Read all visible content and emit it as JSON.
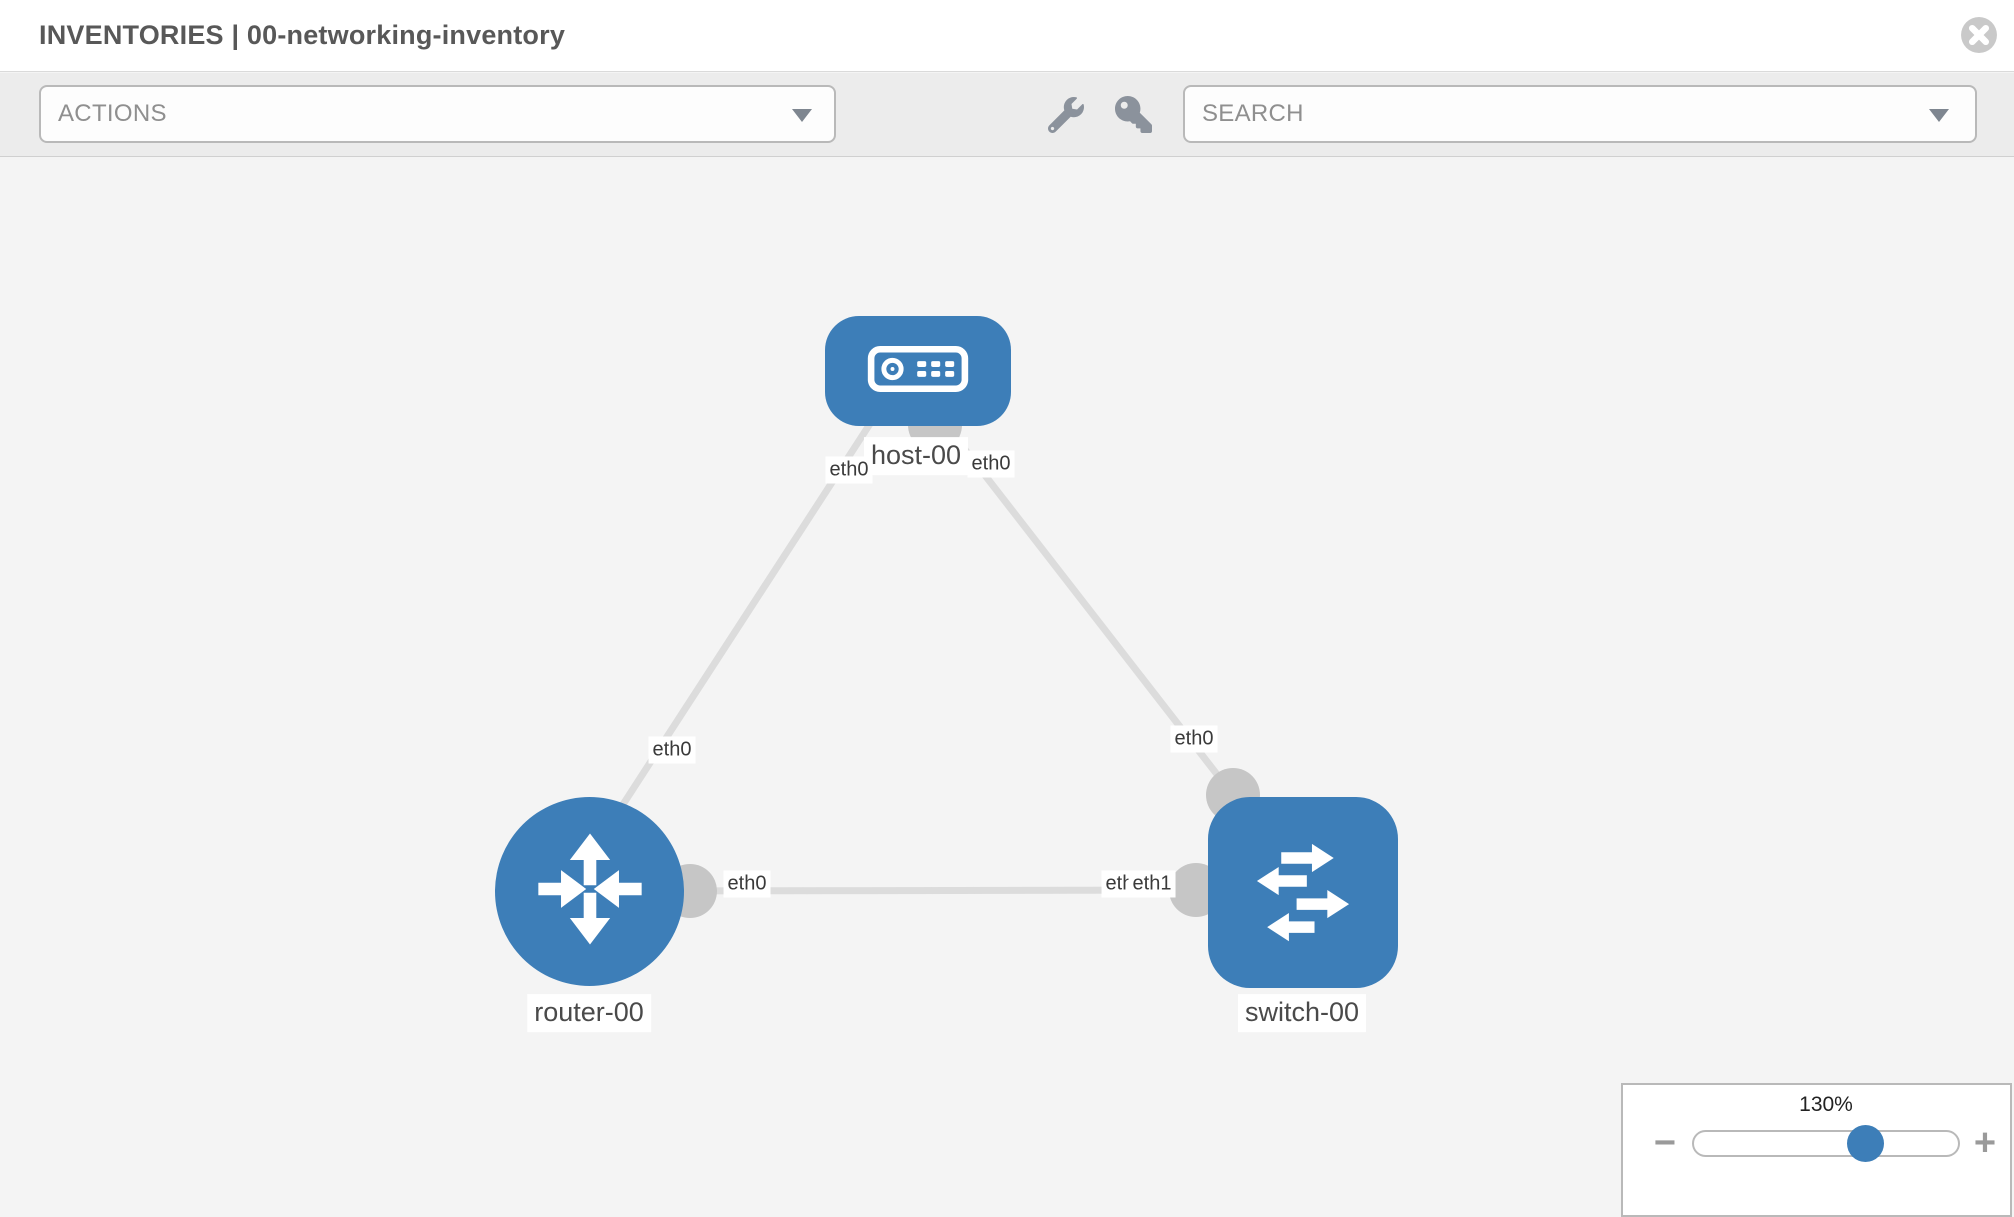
{
  "header": {
    "title": "INVENTORIES | 00-networking-inventory",
    "close_icon": "times-circle"
  },
  "toolbar": {
    "actions": {
      "label": "ACTIONS",
      "chevron_icon": "chevron-down"
    },
    "wrench_icon": "wrench",
    "key_icon": "key",
    "search": {
      "label": "SEARCH",
      "chevron_icon": "chevron-down"
    }
  },
  "topology": {
    "nodes": [
      {
        "id": "host-00",
        "label": "host-00",
        "type": "host",
        "icon": "host-device"
      },
      {
        "id": "router-00",
        "label": "router-00",
        "type": "router",
        "icon": "router-arrows"
      },
      {
        "id": "switch-00",
        "label": "switch-00",
        "type": "switch",
        "icon": "switch-arrows"
      }
    ],
    "links": [
      {
        "source": "host-00",
        "source_interface": "eth0",
        "target": "router-00",
        "target_interface": "eth0"
      },
      {
        "source": "host-00",
        "source_interface": "eth0",
        "target": "switch-00",
        "target_interface": "eth0"
      },
      {
        "source": "router-00",
        "source_interface": "eth0",
        "target": "switch-00",
        "target_interface": "eth1"
      }
    ]
  },
  "zoom_control": {
    "level": "130%",
    "minus_glyph": "−",
    "plus_glyph": "+"
  },
  "colors": {
    "node_blue": "#3d7eb8",
    "link_gray": "#dcdcdc",
    "connector_gray": "#c6c6c6",
    "toolbar_bg": "#ececec",
    "canvas_bg": "#f4f4f4"
  }
}
